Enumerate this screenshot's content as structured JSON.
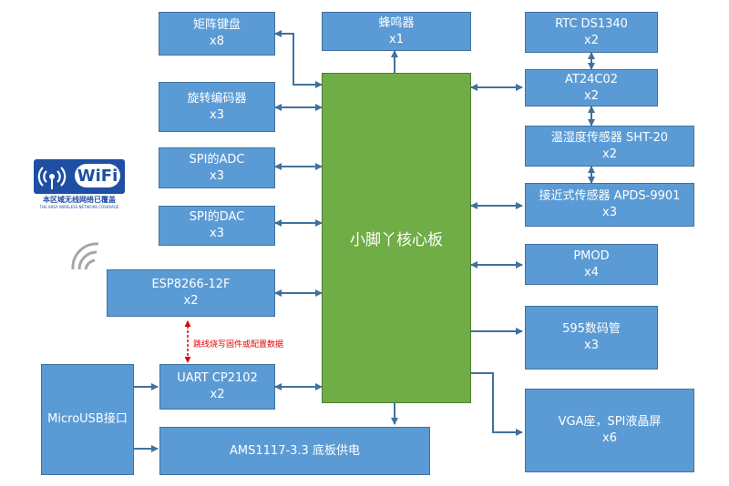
{
  "core": {
    "label": "小脚丫核心板"
  },
  "blocks": {
    "keyboard": {
      "title": "矩阵键盘",
      "count": "x8"
    },
    "buzzer": {
      "title": "蜂鸣器",
      "count": "x1"
    },
    "rtc": {
      "title": "RTC DS1340",
      "count": "x2"
    },
    "encoder": {
      "title": "旋转编码器",
      "count": "x3"
    },
    "eeprom": {
      "title": "AT24C02",
      "count": "x2"
    },
    "humidity": {
      "title": "温湿度传感器 SHT-20",
      "count": "x2"
    },
    "spi_adc": {
      "title": "SPI的ADC",
      "count": "x3"
    },
    "proximity": {
      "title": "接近式传感器 APDS-9901",
      "count": "x3"
    },
    "spi_dac": {
      "title": "SPI的DAC",
      "count": "x3"
    },
    "pmod": {
      "title": "PMOD",
      "count": "x4"
    },
    "esp": {
      "title": "ESP8266-12F",
      "count": "x2"
    },
    "seg595": {
      "title": "595数码管",
      "count": "x3"
    },
    "uart": {
      "title": "UART  CP2102",
      "count": "x2"
    },
    "vga": {
      "title": "VGA座，SPI液晶屏",
      "count": "x6"
    },
    "microusb": {
      "title": "MicroUSB接口"
    },
    "ams": {
      "title": "AMS1117-3.3 底板供电"
    }
  },
  "note": "跳线烧写固件或配置数据",
  "wifi_logo": {
    "word": "WiFi",
    "cn": "本区域无线网络已覆盖",
    "en": "THE AREA WIRELESS NETWORK COVERAGE"
  },
  "colors": {
    "block": "#5b9bd5",
    "core": "#70ad47",
    "arrow": "#41719c",
    "note": "#e00000"
  }
}
